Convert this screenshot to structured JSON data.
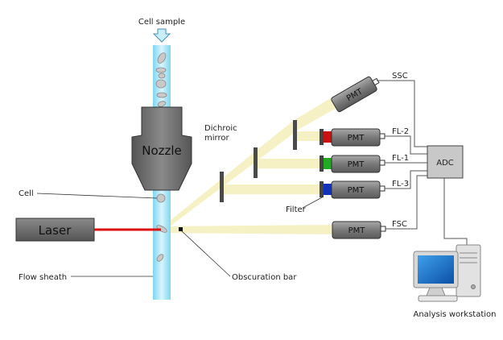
{
  "labels": {
    "cell_sample": "Cell sample",
    "nozzle": "Nozzle",
    "cell": "Cell",
    "laser": "Laser",
    "flow_sheath": "Flow sheath",
    "obscuration_bar": "Obscuration bar",
    "dichroic_mirror_line1": "Dichroic",
    "dichroic_mirror_line2": "mirror",
    "filter": "Filter",
    "adc": "ADC",
    "analysis_workstation": "Analysis workstation"
  },
  "detectors": [
    {
      "label": "PMT",
      "channel": "SSC"
    },
    {
      "label": "PMT",
      "channel": "FL-2",
      "filter_color": "#cc1111"
    },
    {
      "label": "PMT",
      "channel": "FL-1",
      "filter_color": "#22aa22"
    },
    {
      "label": "PMT",
      "channel": "FL-3",
      "filter_color": "#1133bb"
    },
    {
      "label": "PMT",
      "channel": "FSC"
    }
  ],
  "colors": {
    "flow_stream": "#aee8f7",
    "light_path": "#f5f1c4",
    "laser_beam": "#dd1111",
    "nozzle": "#6b6b6b",
    "pmt": "#8a8a8a"
  }
}
